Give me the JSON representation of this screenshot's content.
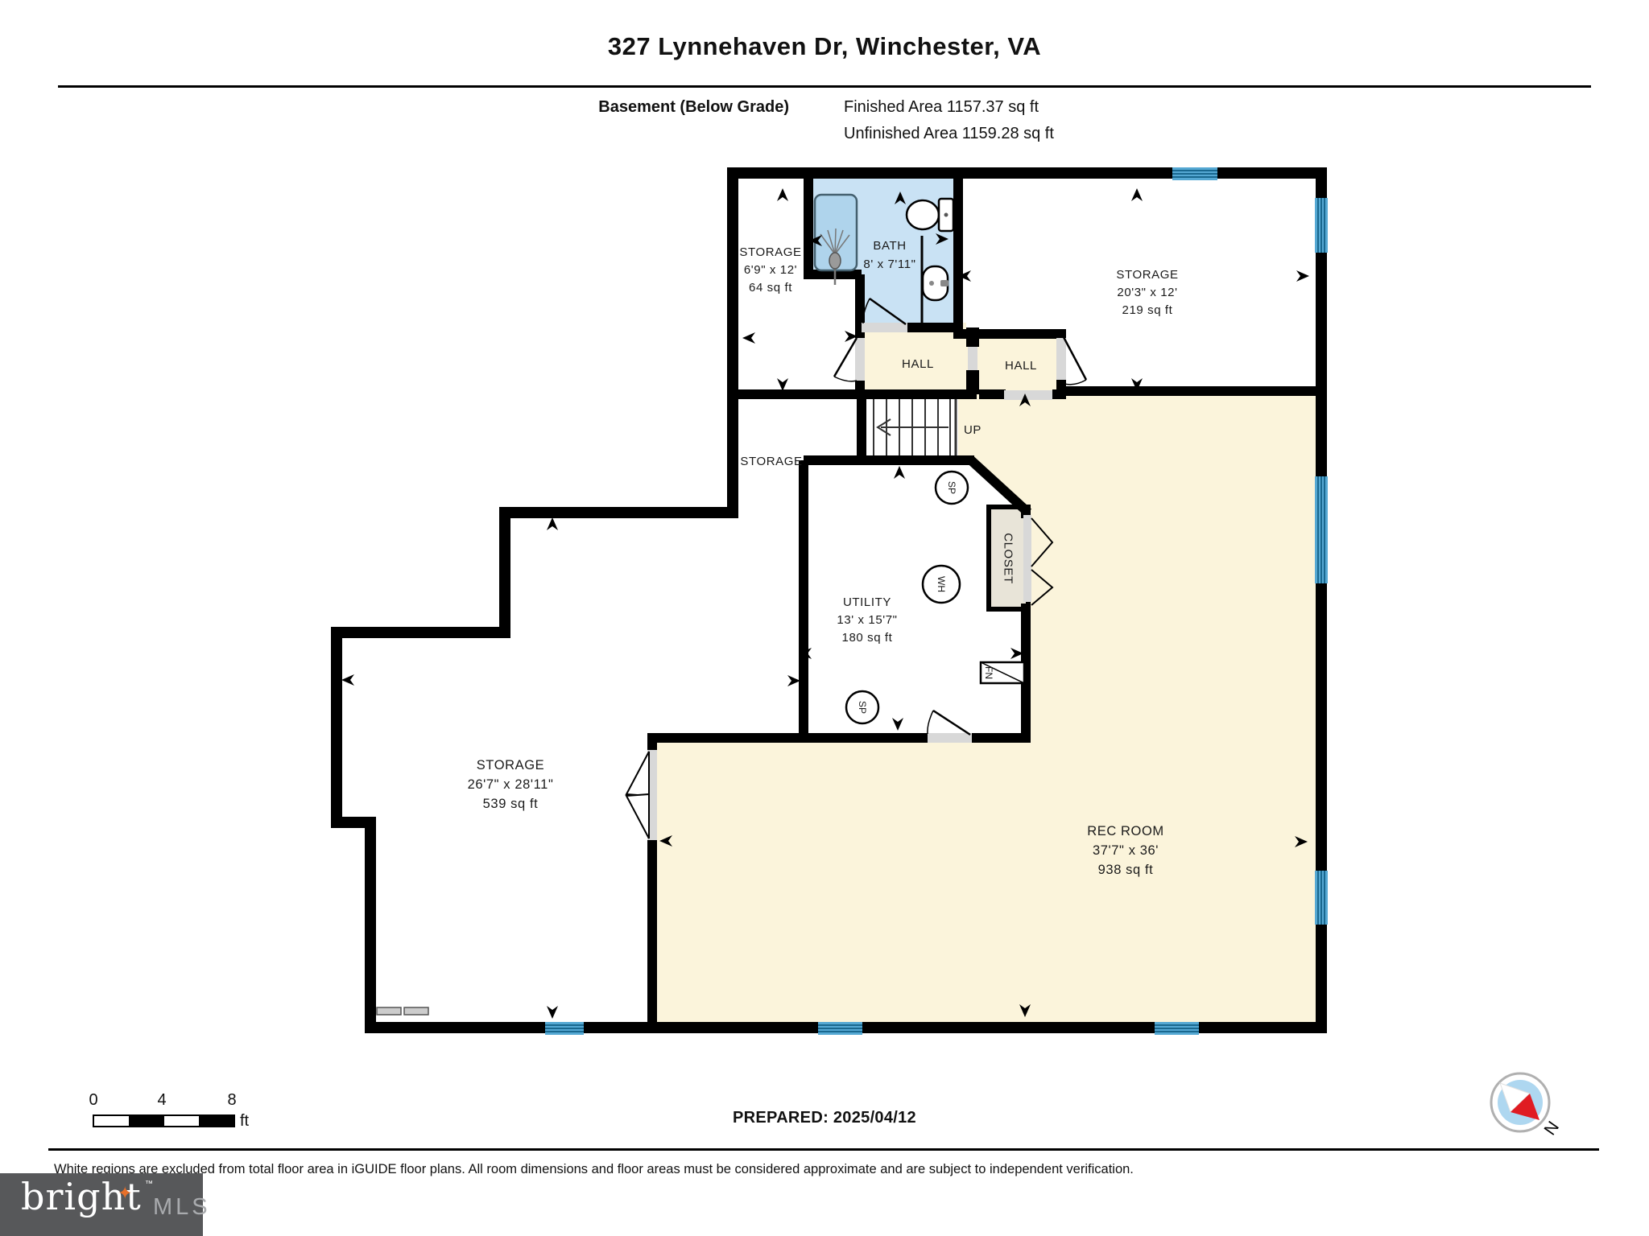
{
  "header": {
    "title": "327 Lynnehaven Dr, Winchester, VA",
    "floor": "Basement (Below Grade)",
    "finished": "Finished Area 1157.37 sq ft",
    "unfinished": "Unfinished Area 1159.28 sq ft"
  },
  "rooms": {
    "storage_small": {
      "name": "STORAGE",
      "dims": "6'9\" x 12'",
      "area": "64 sq ft"
    },
    "bath": {
      "name": "BATH",
      "dims": "8' x 7'11\""
    },
    "storage_right": {
      "name": "STORAGE",
      "dims": "20'3\" x 12'",
      "area": "219 sq ft"
    },
    "hall1": {
      "name": "HALL"
    },
    "hall2": {
      "name": "HALL"
    },
    "storage_strip": {
      "name": "STORAGE"
    },
    "utility": {
      "name": "UTILITY",
      "dims": "13' x 15'7\"",
      "area": "180 sq ft"
    },
    "closet": {
      "name": "CLOSET"
    },
    "storage_big": {
      "name": "STORAGE",
      "dims": "26'7\" x 28'11\"",
      "area": "539 sq ft"
    },
    "rec": {
      "name": "REC ROOM",
      "dims": "37'7\" x 36'",
      "area": "938 sq ft"
    },
    "stairs": {
      "label": "UP"
    }
  },
  "fixtures": {
    "sump1": "SP",
    "water_heater": "WH",
    "sump2": "SP",
    "furnace": "FN"
  },
  "scale": {
    "t0": "0",
    "t4": "4",
    "t8": "8",
    "unit": "ft"
  },
  "footer": {
    "prepared": "PREPARED: 2025/04/12",
    "disclaimer": "White regions are excluded from total floor area in iGUIDE floor plans. All room dimensions and floor areas must be considered approximate and are subject to independent verification."
  },
  "compass": {
    "north": "N"
  },
  "logo": {
    "brand": "bright",
    "star": "✦",
    "tm": "™",
    "mls": "MLS"
  },
  "colors": {
    "finished_fill": "#FBF4DB",
    "bath_fill": "#C9E2F4",
    "shower_fill": "#AFD4EC",
    "window_base": "#55A8D3",
    "window_stripe": "#19688F",
    "wall": "#000000",
    "closet_fill": "#E8E4D8",
    "threshold": "#D8D8D8",
    "logo_bg": "#57585A",
    "logo_star": "#E8702A",
    "logo_mls": "#A9ABAE",
    "compass_inner": "#AED7F0",
    "compass_red": "#E01B22"
  }
}
